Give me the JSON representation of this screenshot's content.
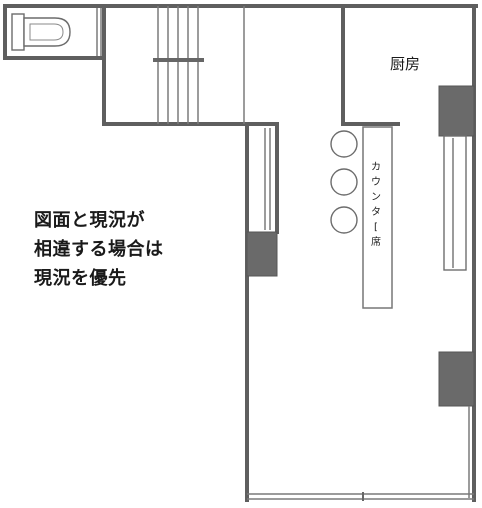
{
  "labels": {
    "kitchen": "厨房",
    "counter_chars": [
      "カ",
      "ウ",
      "ン",
      "タ",
      "[",
      "席"
    ]
  },
  "note": {
    "lines": [
      "図面と現況が",
      "相違する場合は",
      "現況を優先"
    ]
  }
}
